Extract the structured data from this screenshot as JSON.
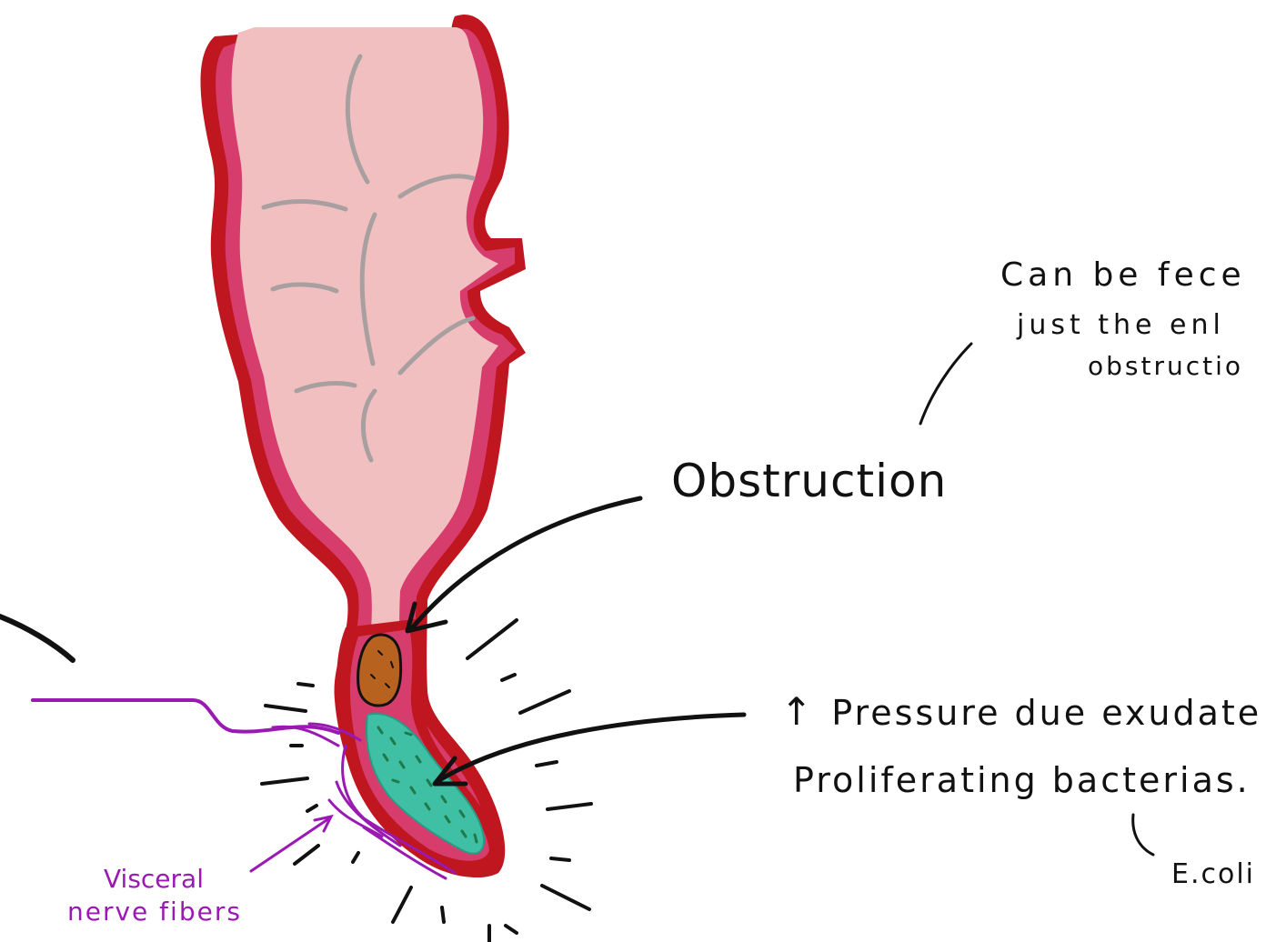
{
  "labels": {
    "obstruction": "Obstruction",
    "pressure_arrow": "↑",
    "pressure": "Pressure due exudate",
    "bacteria": "Proliferating bacterias.",
    "ecoli": "E.coli",
    "fecal_note_line1": "Can be fece",
    "fecal_note_line2": "just the enl",
    "fecal_note_line3": "obstructio",
    "nerve_line1": "Visceral",
    "nerve_line2": "nerve fibers"
  },
  "colors": {
    "wall_outer": "#c0161f",
    "wall_inner": "#d63c6c",
    "lumen": "#f2bfc0",
    "haustra": "#a8a0a0",
    "fecalith": "#b8621f",
    "exudate": "#3fbfa3",
    "bacteria_dots": "#1f7a4a",
    "nerve": "#9b19b3",
    "ink": "#111111"
  }
}
